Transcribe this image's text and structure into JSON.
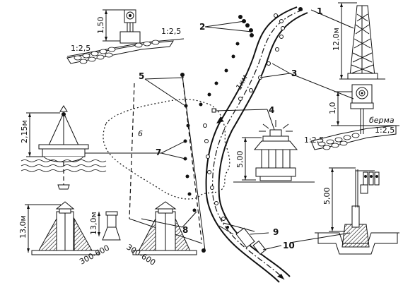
{
  "callouts": [
    "1",
    "2",
    "3",
    "4",
    "5",
    "6",
    "7",
    "8",
    "9",
    "10"
  ],
  "dimensions": {
    "d150": "1,50",
    "d120": "12,0м",
    "d10": "1,0",
    "d215": "2,15м",
    "d500a": "5,00",
    "d130a": "13,0м",
    "d130b": "13,0м",
    "d500b": "5,00",
    "d300600a": "300-600",
    "d300600b": "300-600"
  },
  "slopes": {
    "s1": "1:2,5",
    "s2": "1:2,5",
    "s3": "1:2,5",
    "s4": "1:2,5"
  },
  "labels": {
    "berm": "берма",
    "km": "1км"
  }
}
